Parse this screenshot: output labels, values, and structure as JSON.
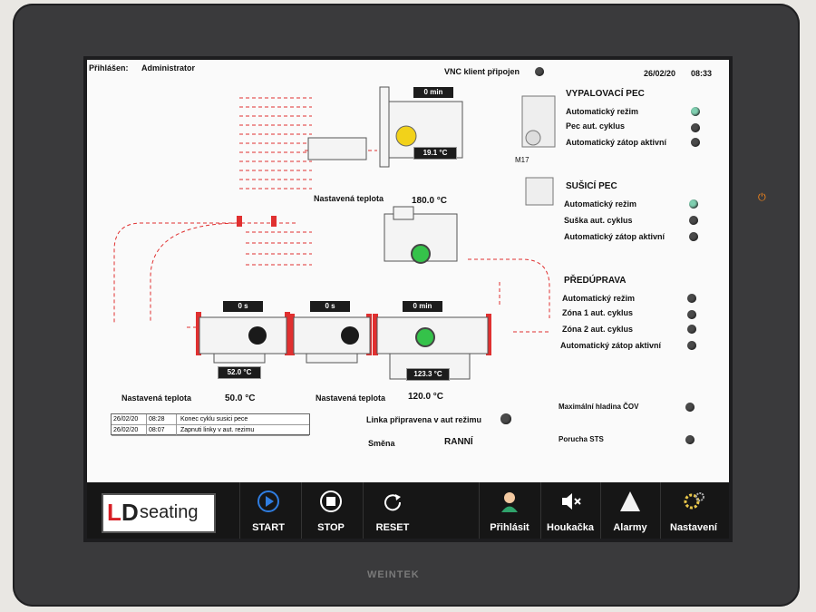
{
  "header": {
    "login_label": "Přihlášen:",
    "user": "Administrator",
    "vnc_status": "VNC klient připojen",
    "date": "26/02/20",
    "time": "08:33"
  },
  "vypalovaci": {
    "title": "VYPALOVACÍ PEC",
    "items": [
      {
        "label": "Automatický režim",
        "state": "on"
      },
      {
        "label": "Pec aut. cyklus",
        "state": "off"
      },
      {
        "label": "Automatický zátop aktivní",
        "state": "off"
      }
    ],
    "motor_label": "M17"
  },
  "susici": {
    "title": "SUŠICÍ PEC",
    "items": [
      {
        "label": "Automatický režim",
        "state": "on"
      },
      {
        "label": "Suška aut. cyklus",
        "state": "off"
      },
      {
        "label": "Automatický zátop aktivní",
        "state": "off"
      }
    ]
  },
  "predpriprava": {
    "title": "PŘEDÚPRAVA",
    "items": [
      {
        "label": "Automatický režim",
        "state": "off"
      },
      {
        "label": "Zóna 1 aut. cyklus",
        "state": "off"
      },
      {
        "label": "Zóna 2 aut. cyklus",
        "state": "off"
      },
      {
        "label": "Automatický zátop aktivní",
        "state": "off"
      }
    ]
  },
  "alarms": {
    "max_level": "Maximální hladina ČOV",
    "fault": "Porucha STS"
  },
  "oven_top": {
    "timer": "0 min",
    "temp": "19.1 °C",
    "set_label": "Nastavená teplota",
    "set_value": "180.0 °C"
  },
  "oven_left": {
    "timer": "0 s",
    "temp": "52.0 °C",
    "set_label": "Nastavená teplota",
    "set_value": "50.0 °C"
  },
  "oven_mid": {
    "timer": "0 s",
    "set_label": "Nastavená teplota",
    "set_value": "120.0 °C"
  },
  "oven_right": {
    "timer": "0 min",
    "temp": "123.3 °C"
  },
  "line_ready": "Linka připravena v aut režimu",
  "shift_label": "Směna",
  "shift_value": "RANNÍ",
  "log": [
    {
      "date": "26/02/20",
      "time": "08:28",
      "msg": "Konec cyklu susici pece"
    },
    {
      "date": "26/02/20",
      "time": "08:07",
      "msg": "Zapnuti linky v aut. rezimu"
    }
  ],
  "toolbar": {
    "logo_l": "L",
    "logo_d": "D",
    "logo_text": "seating",
    "start": "START",
    "stop": "STOP",
    "reset": "RESET",
    "login": "Přihlásit",
    "horn": "Houkačka",
    "alarms": "Alarmy",
    "settings": "Nastavení"
  },
  "bezel_brand": "WEINTEK",
  "colors": {
    "accent_red": "#e03030",
    "led_green": "#7fcfb0",
    "lamp_yellow": "#f2d21a",
    "lamp_green": "#35c24a"
  }
}
